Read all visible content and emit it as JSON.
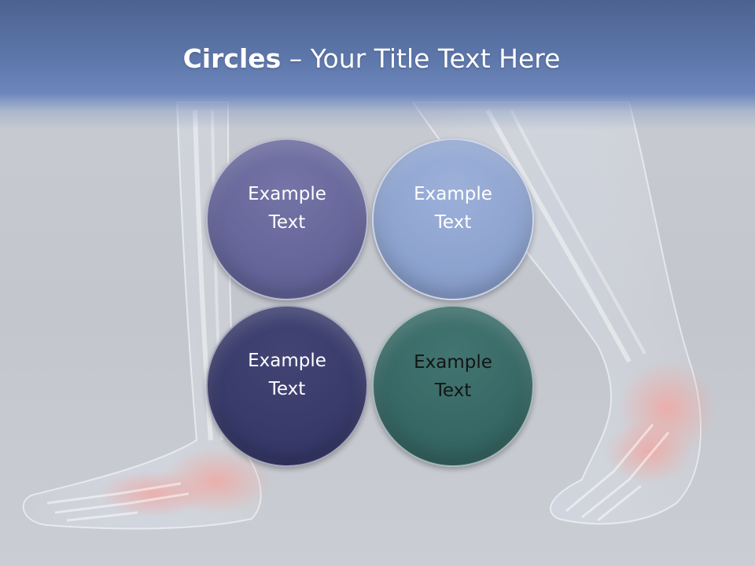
{
  "slide": {
    "title_bold": "Circles",
    "title_rest": " – Your Title Text Here",
    "circles": [
      {
        "label": "Example\nText",
        "color": "#65659a"
      },
      {
        "label": "Example\nText",
        "color": "#8da3cf"
      },
      {
        "label": "Example\nText",
        "color": "#383a6a"
      },
      {
        "label": "Example\nText",
        "color": "#366764"
      }
    ]
  }
}
